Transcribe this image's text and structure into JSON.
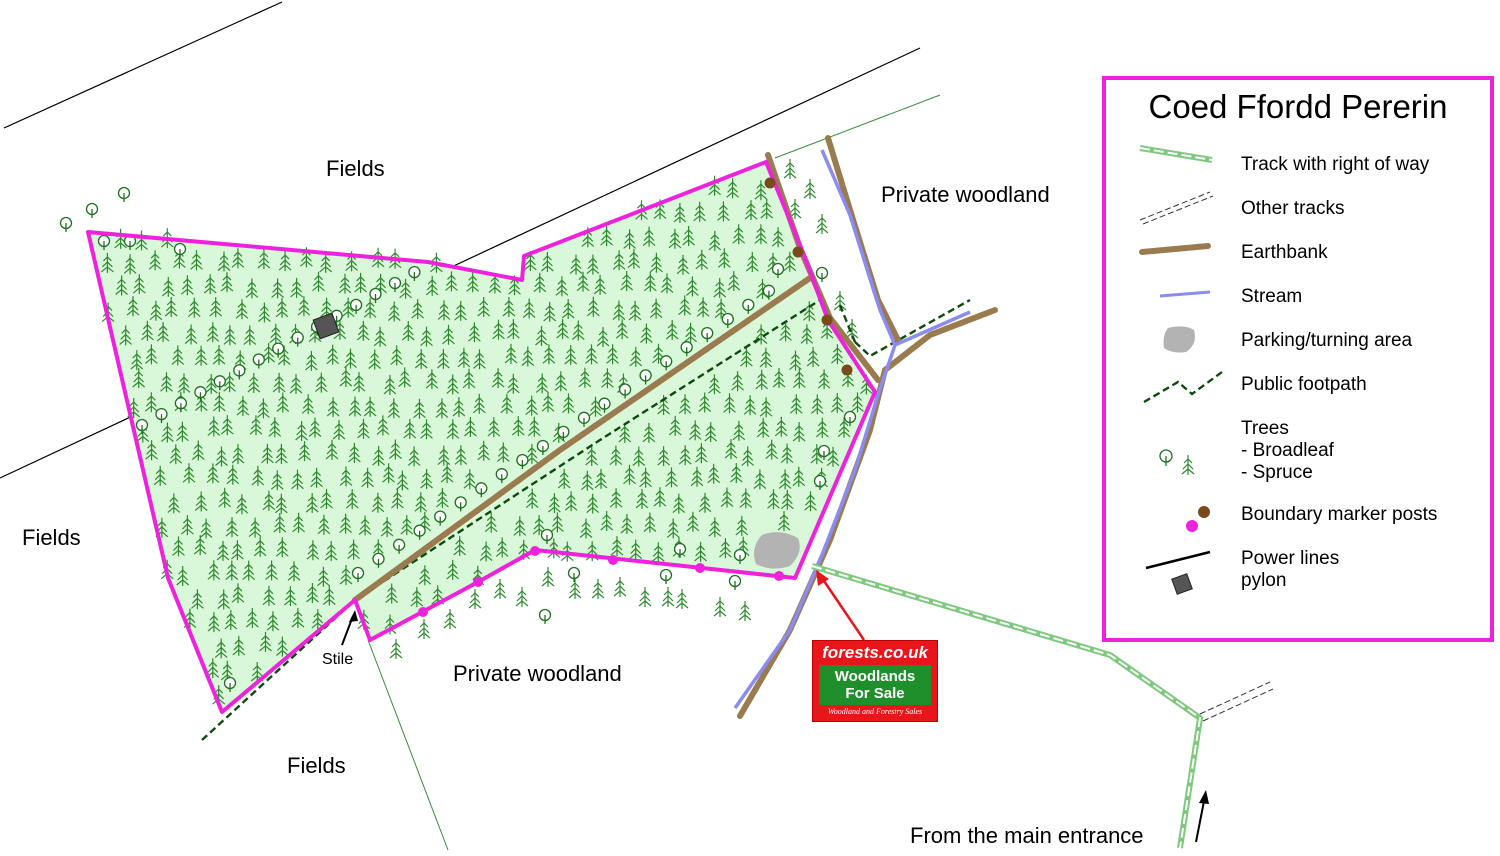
{
  "map": {
    "labels": {
      "fields_top": "Fields",
      "fields_left": "Fields",
      "fields_bottom": "Fields",
      "private_woodland_right": "Private woodland",
      "private_woodland_bottom": "Private woodland",
      "stile": "Stile",
      "from_main_entrance": "From the main entrance"
    }
  },
  "legend": {
    "title": "Coed Ffordd Pererin",
    "items": [
      {
        "label": "Track with right of way",
        "icon": "track-right-of-way-icon"
      },
      {
        "label": "Other tracks",
        "icon": "other-tracks-icon"
      },
      {
        "label": "Earthbank",
        "icon": "earthbank-icon"
      },
      {
        "label": "Stream",
        "icon": "stream-icon"
      },
      {
        "label": "Parking/turning area",
        "icon": "parking-area-icon"
      },
      {
        "label": "Public footpath",
        "icon": "public-footpath-icon"
      },
      {
        "label": "Trees",
        "sub1": "- Broadleaf",
        "sub2": "- Spruce",
        "icon": "trees-icon"
      },
      {
        "label": "Boundary marker posts",
        "icon": "marker-posts-icon"
      },
      {
        "label": "Power lines",
        "sub1": "pylon",
        "icon": "power-lines-icon"
      }
    ]
  },
  "sign": {
    "site": "forests.co.uk",
    "line1": "Woodlands",
    "line2": "For Sale",
    "tagline": "Woodland and Forestry Sales"
  },
  "colors": {
    "boundary": "#ee22dd",
    "woodland_fill": "#d9f7d9",
    "earthbank": "#9a7b50",
    "stream": "#8a8cf0",
    "footpath": "#0e4a0e",
    "tree": "#2f8a2f",
    "marker_post_brown": "#7a4a1a",
    "parking": "#b3b3b3"
  }
}
